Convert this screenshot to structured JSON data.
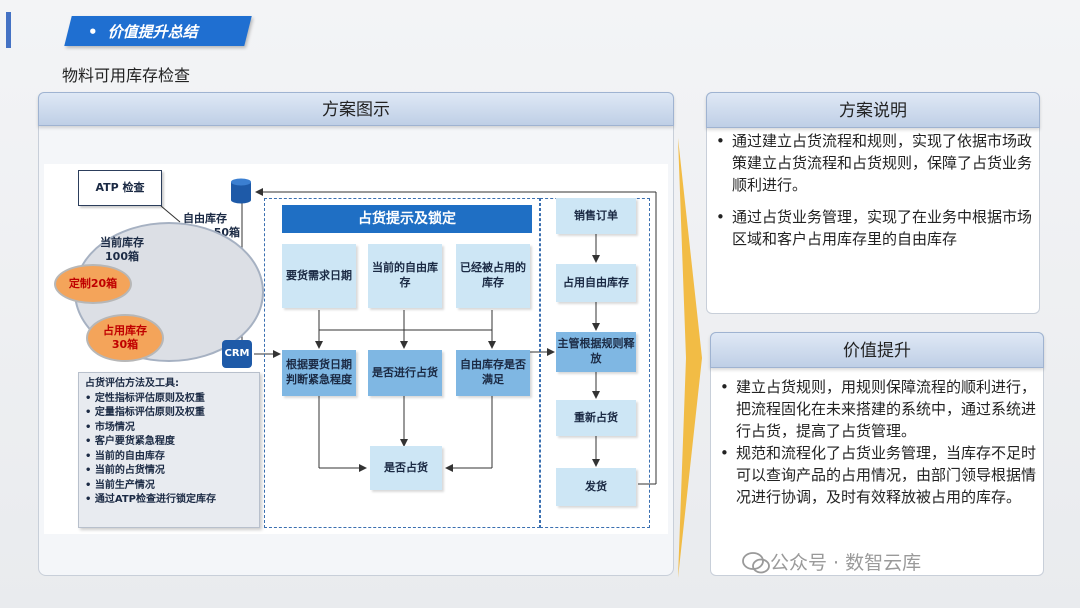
{
  "header": {
    "tag_dot": "•",
    "tag_label": "价值提升总结",
    "subtitle": "物料可用库存检查"
  },
  "main_panel": {
    "title": "方案图示"
  },
  "diagram": {
    "atp_label": "ATP 检查",
    "free_stock_label": "自由库存",
    "free_stock_value": "50箱",
    "current_stock_label": "当前库存",
    "current_stock_value": "100箱",
    "custom_label": "定制20箱",
    "occupied_label": "占用库存",
    "occupied_value": "30箱",
    "crm_label": "CRM",
    "methods_title": "占货评估方法及工具:",
    "methods": [
      "定性指标评估原则及权重",
      "定量指标评估原则及权重",
      "市场情况",
      "客户要货紧急程度",
      "当前的自由库存",
      "当前的占货情况",
      "当前生产情况",
      "通过ATP检查进行锁定库存"
    ],
    "banner": "占货提示及锁定",
    "row1": [
      "要货需求日期",
      "当前的自由库存",
      "已经被占用的库存"
    ],
    "row2": [
      "根据要货日期判断紧急程度",
      "是否进行占货",
      "自由库存是否满足"
    ],
    "result": "是否占货",
    "right_flow": [
      "销售订单",
      "占用自由库存",
      "主管根据规则释放",
      "重新占货",
      "发货"
    ]
  },
  "plan_panel": {
    "title": "方案说明",
    "bullets": [
      "通过建立占货流程和规则，实现了依据市场政策建立占货流程和占货规则，保障了占货业务顺利进行。",
      "通过占货业务管理，实现了在业务中根据市场区域和客户占用库存里的自由库存"
    ]
  },
  "value_panel": {
    "title": "价值提升",
    "bullets": [
      "建立占货规则，用规则保障流程的顺利进行，把流程固化在未来搭建的系统中，通过系统进行占货，提高了占货管理。",
      "规范和流程化了占货业务管理，当库存不足时可以查询产品的占用情况，由部门领导根据情况进行协调，及时有效释放被占用的库存。"
    ]
  },
  "watermark": "公众号 · 数智云库",
  "colors": {
    "accent": "#1f6fd1",
    "box_light": "#cde6f5",
    "box_dark": "#7fb7e3",
    "orange": "#f4a45a",
    "arrow_yellow": "#f2b632"
  }
}
